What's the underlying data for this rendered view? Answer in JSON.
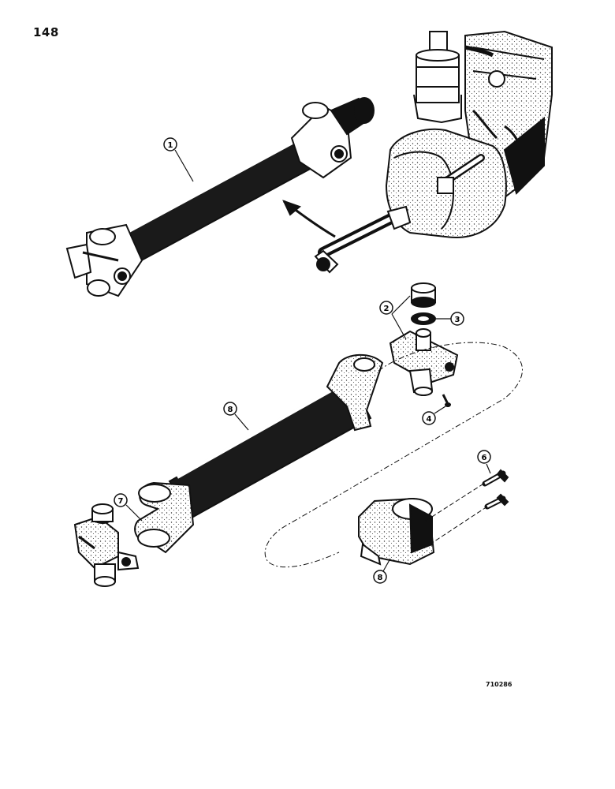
{
  "page": {
    "number": "148",
    "drawing_code": "710286"
  },
  "callouts": [
    {
      "id": "c1",
      "label": "1"
    },
    {
      "id": "c2",
      "label": "2"
    },
    {
      "id": "c3",
      "label": "3"
    },
    {
      "id": "c4",
      "label": "4"
    },
    {
      "id": "c5",
      "label": "8"
    },
    {
      "id": "c6",
      "label": "7"
    },
    {
      "id": "c7",
      "label": "6"
    },
    {
      "id": "c8",
      "label": "8"
    }
  ],
  "colors": {
    "ink": "#111111",
    "paper": "#ffffff",
    "shade": "#2a2a2a"
  }
}
